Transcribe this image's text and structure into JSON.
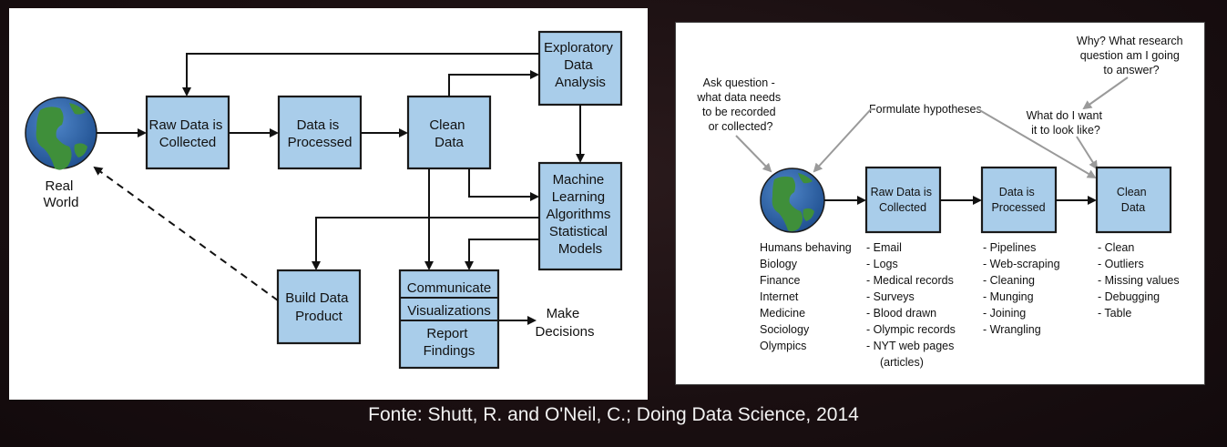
{
  "left": {
    "real_world": [
      "Real",
      "World"
    ],
    "raw_data": [
      "Raw Data is",
      "Collected"
    ],
    "processed": [
      "Data is",
      "Processed"
    ],
    "clean": [
      "Clean",
      "Data"
    ],
    "eda": [
      "Exploratory",
      "Data",
      "Analysis"
    ],
    "ml": [
      "Machine",
      "Learning",
      "Algorithms",
      "Statistical",
      "Models"
    ],
    "build": [
      "Build Data",
      "Product"
    ],
    "communicate": "Communicate",
    "visualizations": "Visualizations",
    "report": [
      "Report",
      "Findings"
    ],
    "decisions": [
      "Make",
      "Decisions"
    ]
  },
  "right": {
    "ask": [
      "Ask question -",
      "what data needs",
      "to be recorded",
      "or collected?"
    ],
    "formulate": "Formulate hypotheses",
    "why": [
      "Why? What research",
      "question am I going",
      "to answer?"
    ],
    "want": [
      "What do I want",
      "it to look like?"
    ],
    "raw_data": [
      "Raw Data is",
      "Collected"
    ],
    "processed": [
      "Data is",
      "Processed"
    ],
    "clean": [
      "Clean",
      "Data"
    ],
    "sources": [
      "Humans behaving",
      "Biology",
      "Finance",
      "Internet",
      "Medicine",
      "Sociology",
      "Olympics"
    ],
    "raw_items": [
      "- Email",
      "- Logs",
      "- Medical records",
      "- Surveys",
      "- Blood drawn",
      "- Olympic records",
      "- NYT web pages",
      "(articles)"
    ],
    "process_items": [
      "- Pipelines",
      "- Web-scraping",
      "- Cleaning",
      "- Munging",
      "- Joining",
      "- Wrangling"
    ],
    "clean_items": [
      "- Clean",
      "- Outliers",
      "- Missing values",
      "- Debugging",
      "- Table"
    ]
  },
  "caption": "Fonte: Shutt, R. and O'Neil, C.; Doing Data Science, 2014"
}
